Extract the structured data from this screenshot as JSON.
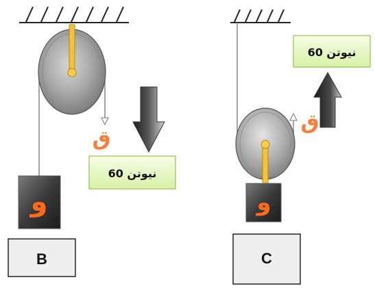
{
  "panels": [
    {
      "id": "B",
      "label": "B",
      "pulley": "fixed",
      "force_symbol": "ق",
      "weight_symbol": "و",
      "force_value": "60 نيوتن",
      "arrow_direction": "down"
    },
    {
      "id": "C",
      "label": "C",
      "pulley": "movable",
      "force_symbol": "ق",
      "weight_symbol": "و",
      "force_value": "60 نيوتن",
      "arrow_direction": "up"
    }
  ],
  "colors": {
    "force_label": "#ff7a33",
    "weight_label": "#ff6a1a",
    "value_box_fill": "#e8f7c4",
    "value_box_border": "#8fc24a",
    "axle": "#f3c13a",
    "panel_box_fill": "#eeeeee"
  },
  "icons": [
    "ceiling-hatch",
    "pulley-wheel",
    "weight-block",
    "force-arrow-down",
    "force-arrow-up"
  ]
}
